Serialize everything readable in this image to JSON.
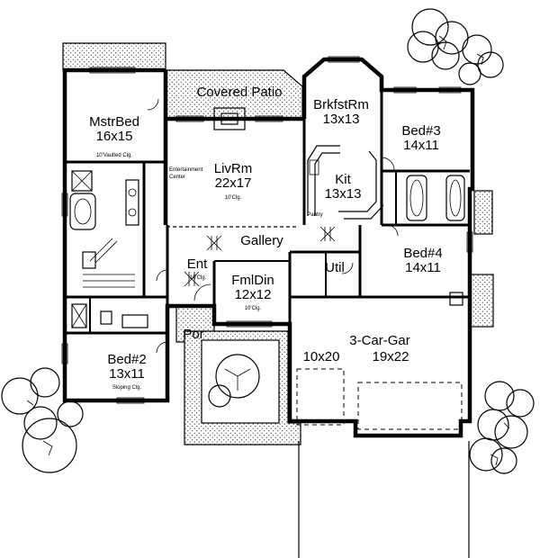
{
  "rooms": {
    "covered_patio": "Covered Patio",
    "master_bed": {
      "name": "MstrBed",
      "size": "16x15",
      "note": "10'Vaulted Clg."
    },
    "breakfast": {
      "name": "BrkfstRm",
      "size": "13x13"
    },
    "bed3": {
      "name": "Bed#3",
      "size": "14x11"
    },
    "living": {
      "name": "LivRm",
      "size": "22x17",
      "note": "10'Clg."
    },
    "entertainment": {
      "line1": "Entertainment",
      "line2": "Center"
    },
    "kitchen": {
      "name": "Kit",
      "size": "13x13"
    },
    "pantry": "Pantry",
    "gallery": "Gallery",
    "bed4": {
      "name": "Bed#4",
      "size": "14x11"
    },
    "entry": {
      "name": "Ent",
      "note": "10'Clg."
    },
    "family_dining": {
      "name": "FmlDin",
      "size": "12x12",
      "note": "10'Clg."
    },
    "utility": "Util",
    "porch": "Por",
    "garage": {
      "name": "3-Car-Gar",
      "size_left": "10x20",
      "size_right": "19x22"
    },
    "bed2": {
      "name": "Bed#2",
      "size": "13x11",
      "note": "Sloping Clg."
    }
  },
  "colors": {
    "line": "#000000",
    "background": "#ffffff"
  }
}
